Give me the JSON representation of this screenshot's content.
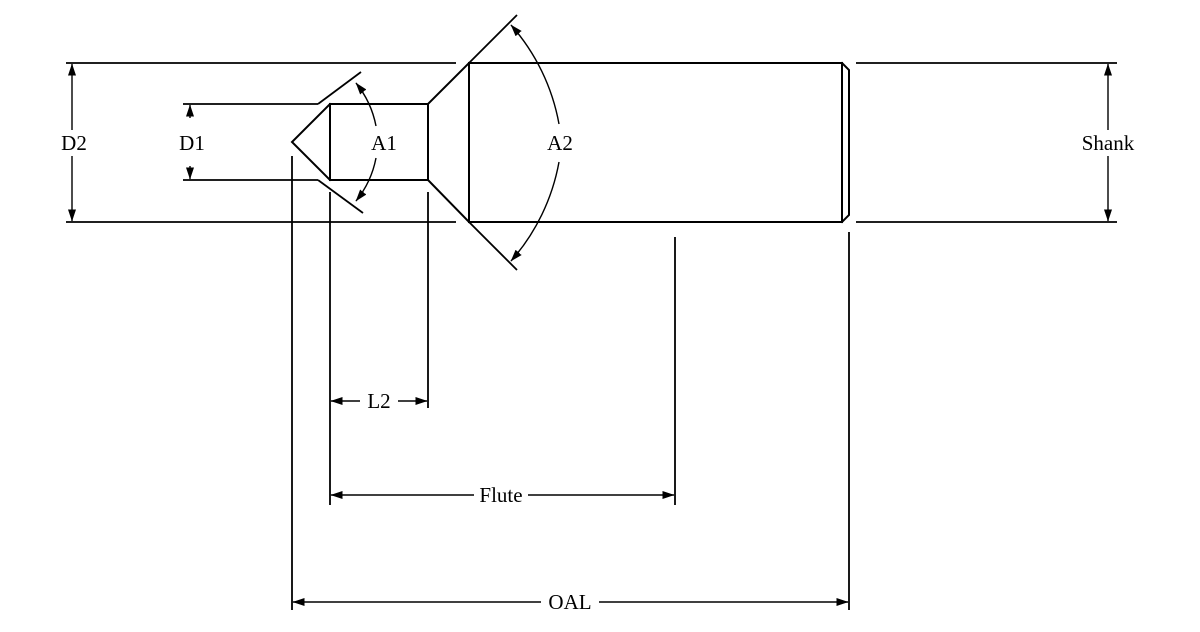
{
  "labels": {
    "d2": "D2",
    "d1": "D1",
    "a1": "A1",
    "a2": "A2",
    "shank": "Shank",
    "l2": "L2",
    "flute": "Flute",
    "oal": "OAL"
  },
  "colors": {
    "line": "#000000",
    "background": "#ffffff"
  }
}
